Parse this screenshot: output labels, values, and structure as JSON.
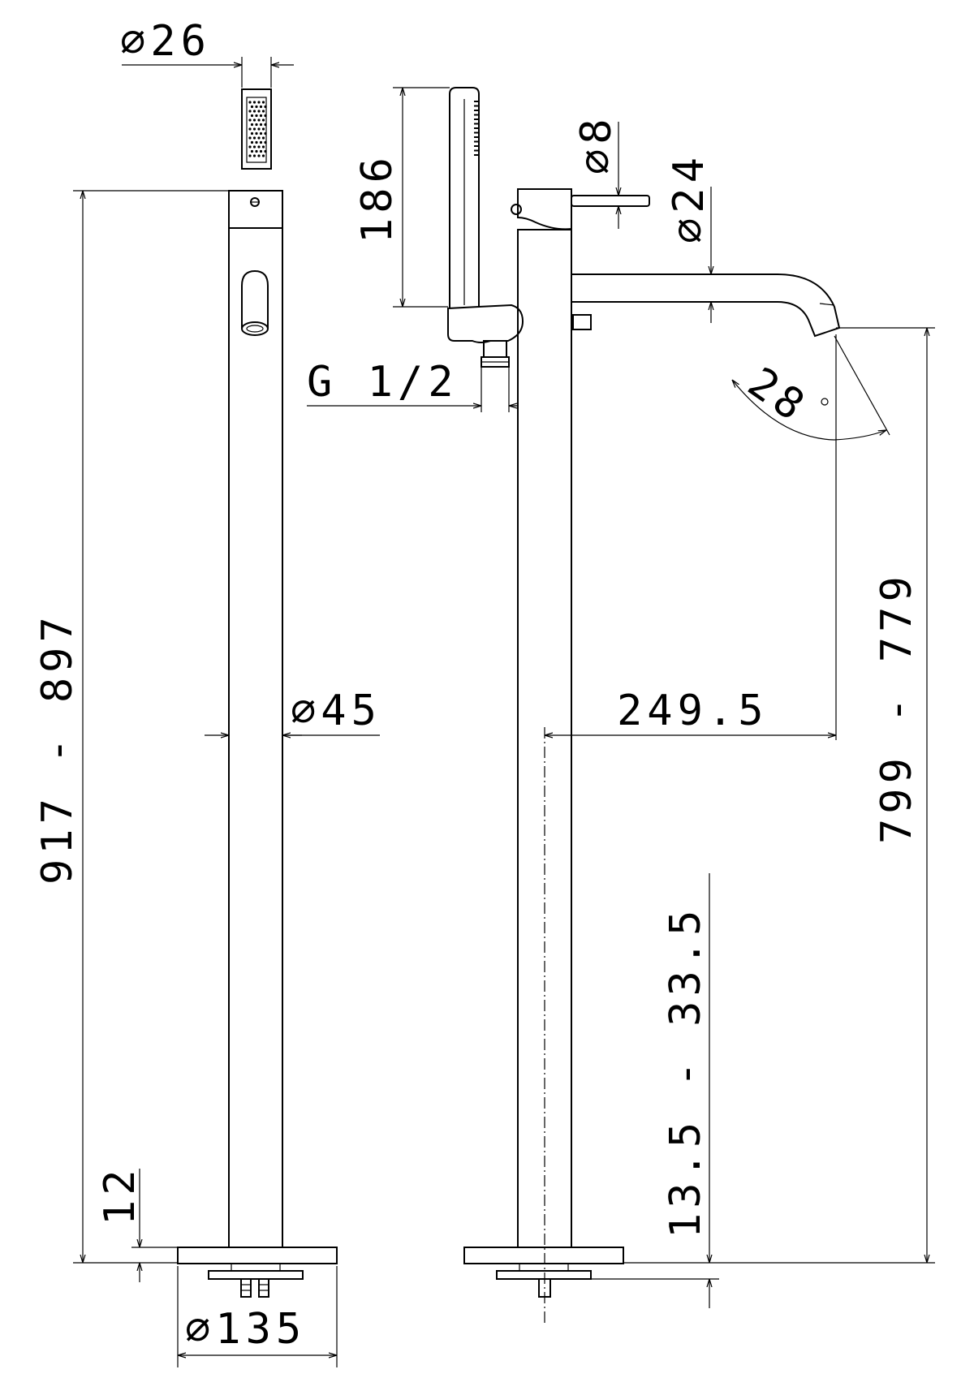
{
  "dimensions": {
    "hand_shower_dia": "⌀26",
    "total_height": "917 - 897",
    "base_thickness": "12",
    "column_dia": "⌀45",
    "base_dia": "⌀135",
    "hand_shower_length": "186",
    "lever_dia": "⌀8",
    "spout_dia": "⌀24",
    "thread": "G 1/2",
    "spout_angle": "28",
    "spout_height": "799 - 779",
    "spout_reach": "249.5",
    "floor_adjust": "13.5 - 33.5"
  },
  "colors": {
    "line": "#000000",
    "background": "#ffffff"
  }
}
